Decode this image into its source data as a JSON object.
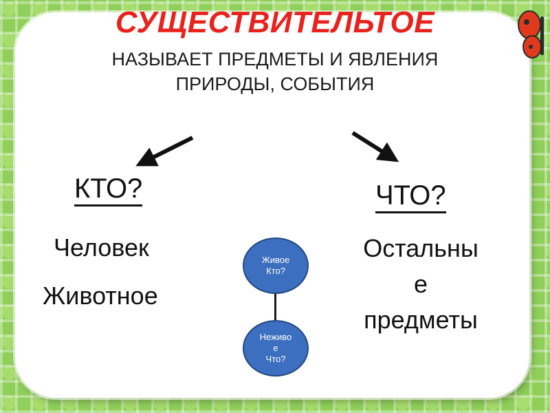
{
  "title": "СУЩЕСТВИТЕЛЬТОЕ",
  "subtitle_line1": "НАЗЫВАЕТ ПРЕДМЕТЫ И ЯВЛЕНИЯ",
  "subtitle_line2": "ПРИРОДЫ, СОБЫТИЯ",
  "left": {
    "question": "КТО?",
    "items": [
      "Человек",
      "Животное"
    ]
  },
  "right": {
    "question": "ЧТО?",
    "text_lines": [
      "Остальны",
      "е",
      "предметы"
    ]
  },
  "ovals": {
    "top_lines": [
      "Живое",
      "Кто?"
    ],
    "bottom_lines": [
      "Неживо",
      "е",
      "Что?"
    ]
  },
  "colors": {
    "title": "#e8231e",
    "oval_fill": "#3c6fbf",
    "background": "#8fcf5a",
    "butterfly": "#e03a1e"
  },
  "icons": {
    "arrows": [
      "arrow-down-left-icon",
      "arrow-down-right-icon"
    ],
    "decor": [
      "butterfly-icon"
    ]
  }
}
